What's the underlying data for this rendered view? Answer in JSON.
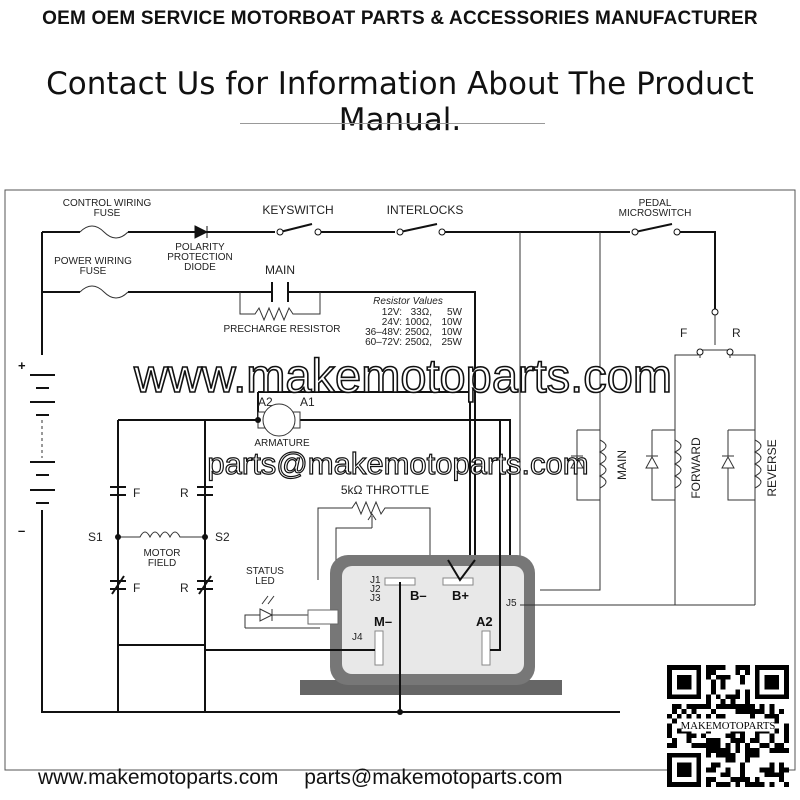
{
  "header": {
    "title": "OEM OEM SERVICE MOTORBOAT PARTS & ACCESSORIES MANUFACTURER",
    "subtitle": "Contact Us for Information About The Product Manual."
  },
  "diagram": {
    "control_fuse": [
      "CONTROL WIRING",
      "FUSE"
    ],
    "power_fuse": [
      "POWER WIRING",
      "FUSE"
    ],
    "diode": [
      "POLARITY",
      "PROTECTION",
      "DIODE"
    ],
    "keyswitch": "KEYSWITCH",
    "interlocks": "INTERLOCKS",
    "pedal": [
      "PEDAL",
      "MICROSWITCH"
    ],
    "main_contactor": "MAIN",
    "precharge": "PRECHARGE RESISTOR",
    "resistor_table": {
      "title": "Resistor Values",
      "rows": [
        [
          "12V:",
          "33Ω,",
          "5W"
        ],
        [
          "24V:",
          "100Ω,",
          "10W"
        ],
        [
          "36–48V:",
          "250Ω,",
          "10W"
        ],
        [
          "60–72V:",
          "250Ω,",
          "25W"
        ]
      ]
    },
    "battery_plus": "+",
    "battery_minus": "–",
    "armature": {
      "a2": "A2",
      "a1": "A1",
      "label": "ARMATURE"
    },
    "throttle": "5kΩ THROTTLE",
    "field": {
      "f_top": "F",
      "r_top": "R",
      "s1": "S1",
      "s2": "S2",
      "motor_field": [
        "MOTOR",
        "FIELD"
      ],
      "f_bot": "F",
      "r_bot": "R"
    },
    "status_led": [
      "STATUS",
      "LED"
    ],
    "controller": {
      "j1": "J1",
      "j2": "J2",
      "j3": "J3",
      "j4": "J4",
      "j5": "J5",
      "b_minus": "B–",
      "b_plus": "B+",
      "m_minus": "M–",
      "a2": "A2"
    },
    "fr_switch": {
      "f": "F",
      "r": "R"
    },
    "coils": {
      "main": "MAIN",
      "forward": "FORWARD",
      "reverse": "REVERSE"
    }
  },
  "watermark": {
    "site": "www.makemotoparts.com",
    "email": "parts@makemotoparts.com",
    "qr_text": "MAKEMOTOPARTS"
  },
  "footer": {
    "website": "www.makemotoparts.com",
    "email": "parts@makemotoparts.com"
  }
}
